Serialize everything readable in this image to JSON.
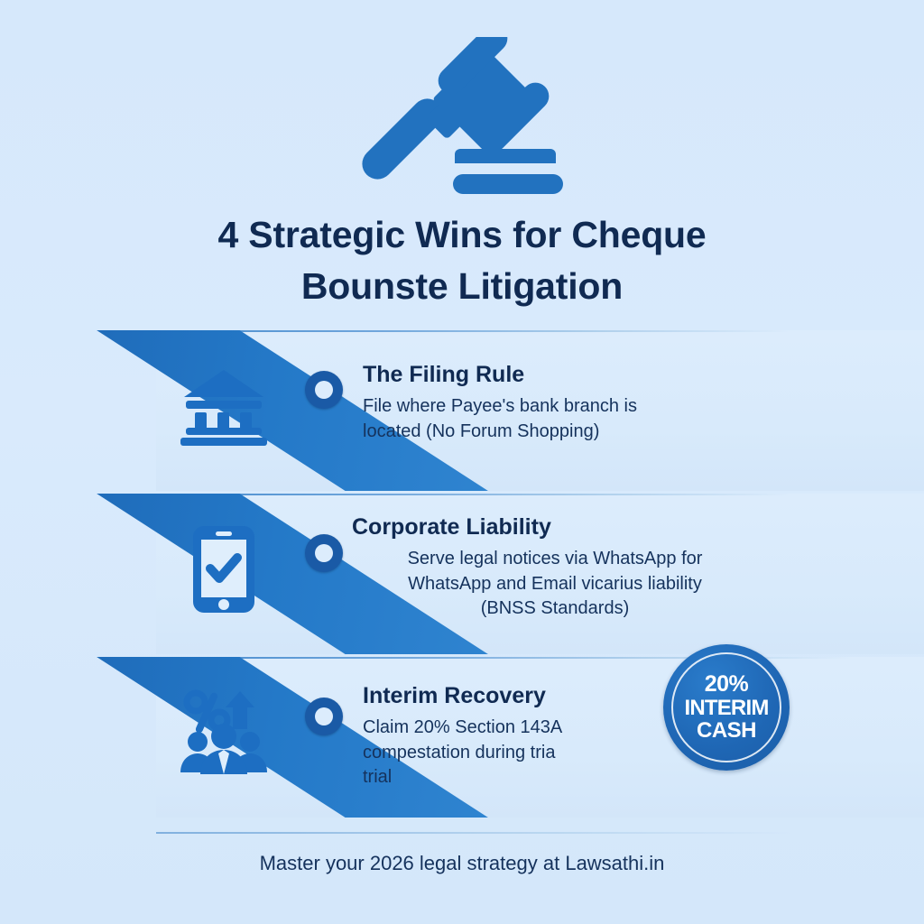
{
  "background_color": "#d6e8fa",
  "accent_color": "#2479c8",
  "dark_blue": "#102a52",
  "header": {
    "icon": "gavel-icon",
    "title_line1": "4 Strategic Wins for Cheque",
    "title_line2": "Bounste Litigation"
  },
  "rows": [
    {
      "icon": "bank-columns-icon",
      "heading": "The Filing Rule",
      "body_line1": "File where Payee's bank branch is",
      "body_line2": "located (No Forum Shopping)"
    },
    {
      "icon": "phone-check-icon",
      "heading": "Corporate Liability",
      "body_line1": "Serve legal notices via WhatsApp for",
      "body_line2": "WhatsApp and Email vicarius liability",
      "body_line3": "(BNSS Standards)"
    },
    {
      "icon": "percent-growth-people-icon",
      "heading": "Interim Recovery",
      "body_line1": "Claim 20% Section 143A",
      "body_line2": "compestation during tria",
      "body_line3": "trial"
    }
  ],
  "badge": {
    "line1": "20%",
    "line2": "INTERIM",
    "line3": "CASH"
  },
  "footer": {
    "text": "Master your 2026 legal strategy at Lawsathi.in"
  }
}
